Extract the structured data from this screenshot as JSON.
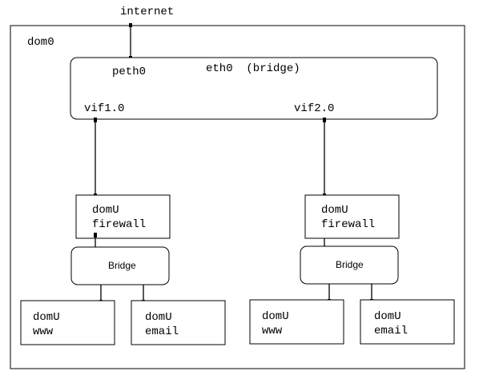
{
  "internet_label": "internet",
  "dom0": {
    "label": "dom0"
  },
  "bridge_main": {
    "peth_label": "peth0",
    "title": "eth0  (bridge)",
    "vif1_label": "vif1.0",
    "vif2_label": "vif2.0"
  },
  "left": {
    "firewall": {
      "line1": "domU",
      "line2": "firewall"
    },
    "bridge_label": "Bridge",
    "www": {
      "line1": "domU",
      "line2": "www"
    },
    "email": {
      "line1": "domU",
      "line2": "email"
    }
  },
  "right": {
    "firewall": {
      "line1": "domU",
      "line2": "firewall"
    },
    "bridge_label": "Bridge",
    "www": {
      "line1": "domU",
      "line2": "www"
    },
    "email": {
      "line1": "domU",
      "line2": "email"
    }
  },
  "colors": {
    "line": "#000000",
    "background": "#ffffff"
  }
}
